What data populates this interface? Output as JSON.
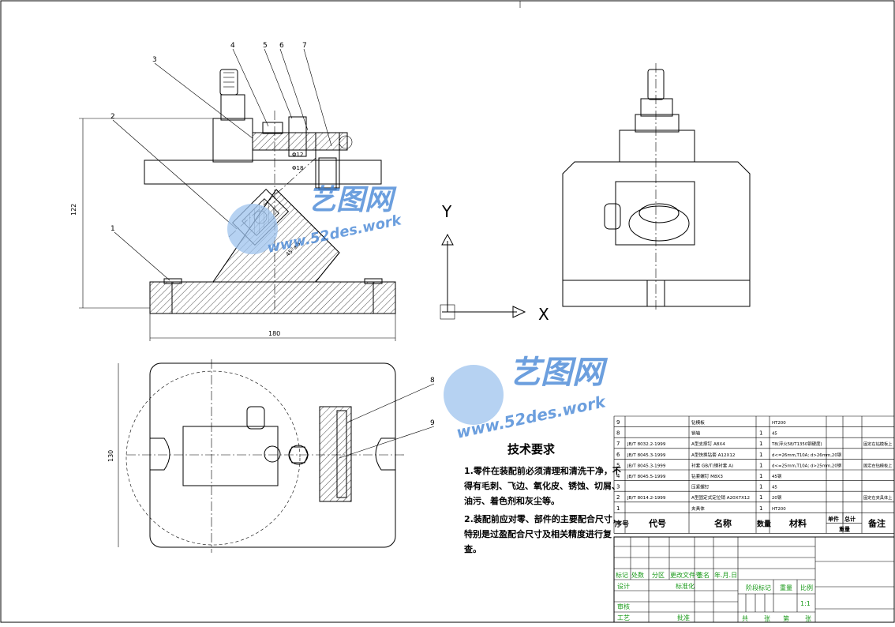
{
  "balloons": [
    "1",
    "2",
    "3",
    "4",
    "5",
    "6",
    "7",
    "8",
    "9"
  ],
  "dims": {
    "height_front": "122",
    "width_front": "180",
    "height_top": "130",
    "d12": "Φ12",
    "d18": "Φ18",
    "angle_note": "45°±5"
  },
  "axes": {
    "x": "X",
    "y": "Y"
  },
  "watermark": {
    "brand": "艺图网",
    "url": "www.52des.work"
  },
  "tech": {
    "title": "技术要求",
    "lines": [
      "1.零件在装配前必须清理和清洗干净，不",
      "得有毛刺、飞边、氧化皮、锈蚀、切屑、",
      "油污、着色剂和灰尘等。",
      "2.装配前应对零、部件的主要配合尺寸，",
      "特别是过盈配合尺寸及相关精度进行复",
      "查。"
    ]
  },
  "bom": {
    "rows": [
      {
        "no": "9",
        "code": "",
        "name": "钻模板",
        "qty": "",
        "mat": "HT200",
        "note": ""
      },
      {
        "no": "8",
        "code": "",
        "name": "销轴",
        "qty": "1",
        "mat": "45",
        "note": ""
      },
      {
        "no": "7",
        "code": "JB/T 8032.2-1999",
        "name": "A型支撑钉 A8X4",
        "qty": "1",
        "mat": "T8(淬火58/T1350钢硬度)",
        "note": "固定在钻模板上"
      },
      {
        "no": "6",
        "code": "JB/T 8045.3-1999",
        "name": "A型快换钻套 A12X12",
        "qty": "1",
        "mat": "d<=26mm,T10A; d>26mm,20钢",
        "note": ""
      },
      {
        "no": "5",
        "code": "JB/T 8045.3-1999",
        "name": "衬套 GB/T(钢衬套 A)",
        "qty": "1",
        "mat": "d<=25mm,T10A; d>25mm,20钢",
        "note": "固定在钻模板上"
      },
      {
        "no": "4",
        "code": "JB/T 8045.5-1999",
        "name": "钻套螺钉 M8X3",
        "qty": "1",
        "mat": "45钢",
        "note": ""
      },
      {
        "no": "3",
        "code": "",
        "name": "压紧螺钉",
        "qty": "1",
        "mat": "45",
        "note": ""
      },
      {
        "no": "2",
        "code": "JB/T 8014.2-1999",
        "name": "A型固定式定位销 A20X7X12",
        "qty": "1",
        "mat": "20钢",
        "note": "固定在夹具体上"
      },
      {
        "no": "1",
        "code": "",
        "name": "夹具体",
        "qty": "1",
        "mat": "HT200",
        "note": ""
      }
    ],
    "header": {
      "no": "序号",
      "code": "代号",
      "name": "名称",
      "qty": "数量",
      "mat": "材料",
      "single": "单件",
      "total": "总计",
      "weight": "重量",
      "note": "备注"
    }
  },
  "title_block": {
    "mark": "标记",
    "count": "处数",
    "zone": "分区",
    "docno": "更改文件号",
    "sign": "签名",
    "date": "年.月.日",
    "design": "设计",
    "standard": "标准化",
    "review": "审核",
    "process": "工艺",
    "approve": "批准",
    "stage": "阶段标记",
    "weight": "重量",
    "scale": "比例",
    "scale_val": "1:1",
    "sheets": "共",
    "sheet_unit": "张",
    "page": "第",
    "page_unit": "张"
  },
  "colors": {
    "line": "#000000",
    "hatch": "#000000",
    "title_green": "#1a9a1a",
    "watermark": "#3b7fd4"
  }
}
